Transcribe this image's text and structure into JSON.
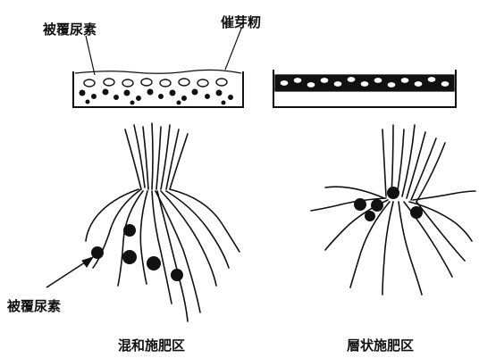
{
  "labels": {
    "coated_urea_top": "被覆尿素",
    "seedling_box": "催芽籾",
    "coated_urea_bottom": "被覆尿素",
    "mixed_application_zone": "混和施肥区",
    "layered_application_zone": "層状施肥区"
  },
  "icons": [
    "arrow-icon",
    "root-icon",
    "fertilizer-granule-icon",
    "seedling-tray-icon"
  ],
  "colors": {
    "ink": "#111111",
    "background": "#ffffff"
  }
}
